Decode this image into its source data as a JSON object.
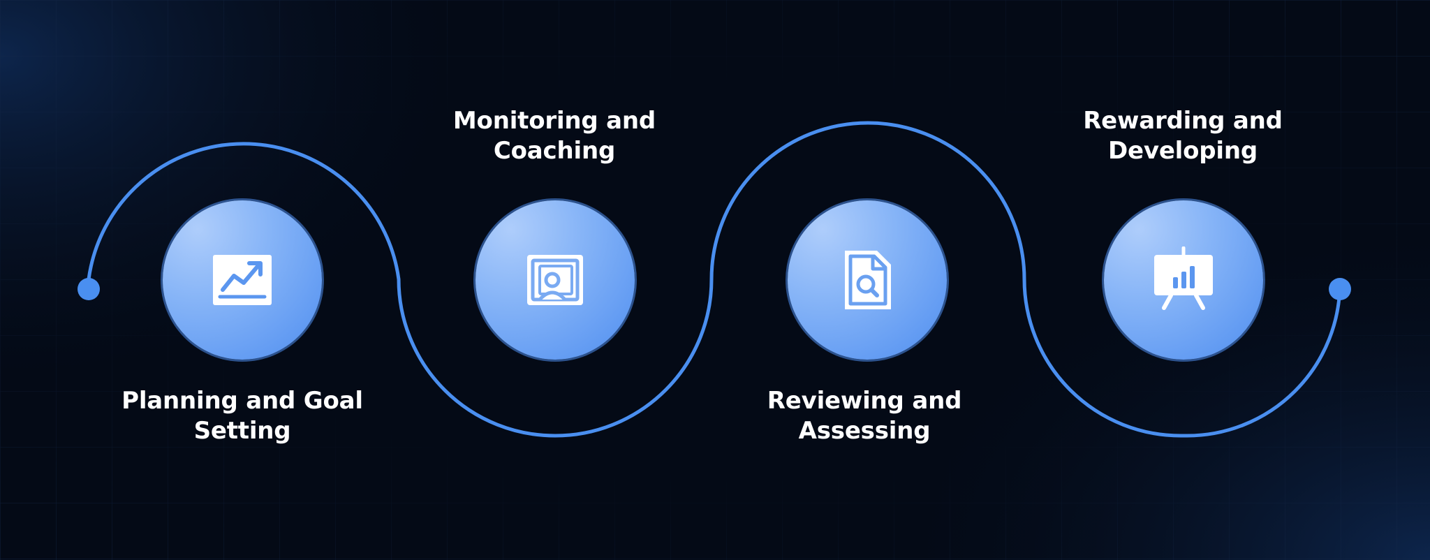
{
  "colors": {
    "background": "#040a16",
    "accent": "#4a8ff0",
    "circle_light": "#aecdfb",
    "circle_dark": "#4f8ef0",
    "text": "#ffffff"
  },
  "stages": [
    {
      "label_line1": "Planning and Goal",
      "label_line2": "Setting",
      "icon": "growth-chart-icon"
    },
    {
      "label_line1": "Monitoring and",
      "label_line2": "Coaching",
      "icon": "user-monitor-icon"
    },
    {
      "label_line1": "Reviewing and",
      "label_line2": "Assessing",
      "icon": "document-search-icon"
    },
    {
      "label_line1": "Rewarding and",
      "label_line2": "Developing",
      "icon": "presentation-board-icon"
    }
  ]
}
